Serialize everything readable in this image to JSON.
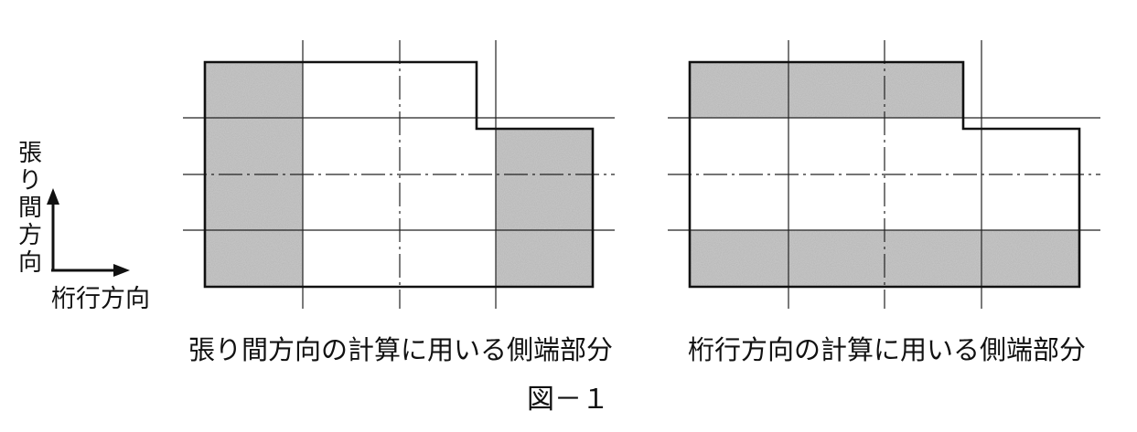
{
  "axis_legend": {
    "vertical_label": "張り間方向",
    "horizontal_label": "桁行方向"
  },
  "panels": [
    {
      "caption": "張り間方向の計算に用いる側端部分"
    },
    {
      "caption": "桁行方向の計算に用いる側端部分"
    }
  ],
  "figure_number": "図－１",
  "colors": {
    "shade": "#b9b9b9",
    "line": "#111111"
  }
}
